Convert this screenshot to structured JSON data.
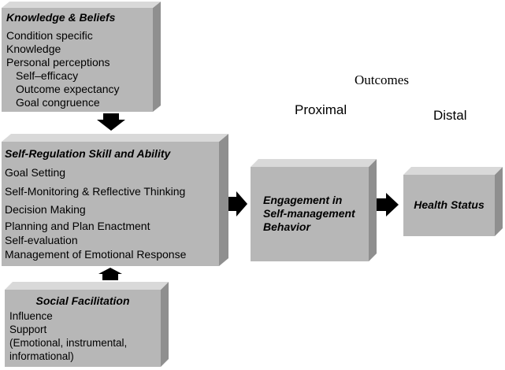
{
  "knowledge_box": {
    "title": "Knowledge & Beliefs",
    "items": [
      "Condition specific",
      "Knowledge",
      "Personal perceptions"
    ],
    "subitems": [
      "Self–efficacy",
      "Outcome expectancy",
      "Goal congruence"
    ]
  },
  "self_regulation_box": {
    "title": "Self-Regulation Skill and Ability",
    "items": [
      "Goal Setting",
      "Self-Monitoring & Reflective Thinking",
      "Decision Making",
      "Planning and Plan Enactment",
      "Self-evaluation",
      "Management of Emotional Response"
    ]
  },
  "social_box": {
    "title": "Social Facilitation",
    "items": [
      "Influence",
      "Support",
      "(Emotional, instrumental,",
      "informational)"
    ]
  },
  "engagement_box": {
    "line1": "Engagement in",
    "line2": "Self-management",
    "line3": "Behavior"
  },
  "health_box": {
    "title": "Health Status"
  },
  "labels": {
    "outcomes": "Outcomes",
    "proximal": "Proximal",
    "distal": "Distal"
  },
  "colors": {
    "box_face": "#b7b7b7",
    "box_side": "#8f8f8f",
    "box_top": "#d9d9d9",
    "arrow": "#000000"
  }
}
